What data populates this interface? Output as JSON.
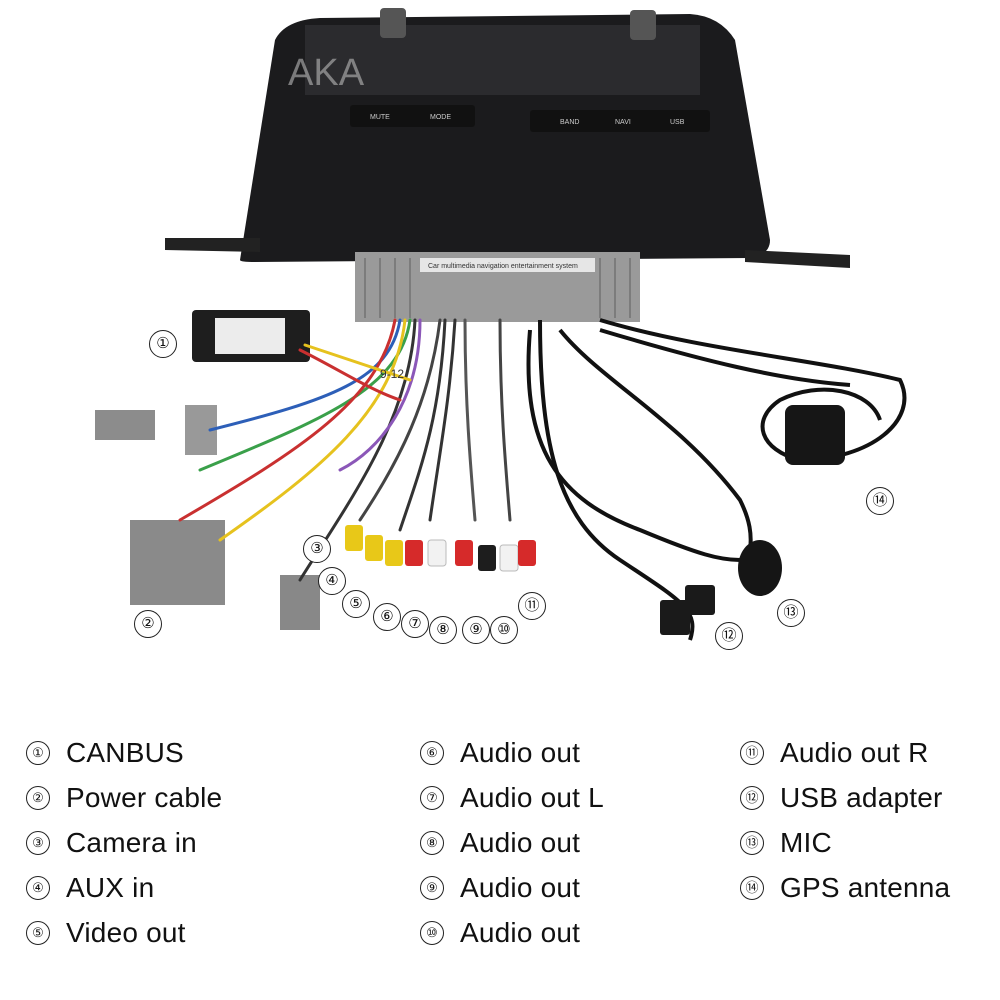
{
  "device": {
    "buttons": [
      "MUTE",
      "MODE",
      "BAND",
      "NAVI",
      "USB"
    ],
    "unit_label": "Car multimedia navigation entertainment system",
    "harness_tag": "9-12",
    "watermark": "AKA"
  },
  "callouts": [
    "①",
    "②",
    "③",
    "④",
    "⑤",
    "⑥",
    "⑦",
    "⑧",
    "⑨",
    "⑩",
    "⑪",
    "⑫",
    "⑬",
    "⑭"
  ],
  "legend": [
    {
      "num": "①",
      "label": "CANBUS"
    },
    {
      "num": "②",
      "label": "Power cable"
    },
    {
      "num": "③",
      "label": "Camera in"
    },
    {
      "num": "④",
      "label": "AUX in"
    },
    {
      "num": "⑤",
      "label": "Video out"
    },
    {
      "num": "⑥",
      "label": "Audio out"
    },
    {
      "num": "⑦",
      "label": "Audio out L"
    },
    {
      "num": "⑧",
      "label": "Audio out"
    },
    {
      "num": "⑨",
      "label": "Audio out"
    },
    {
      "num": "⑩",
      "label": "Audio out"
    },
    {
      "num": "⑪",
      "label": "Audio out R"
    },
    {
      "num": "⑫",
      "label": "USB adapter"
    },
    {
      "num": "⑬",
      "label": "MIC"
    },
    {
      "num": "⑭",
      "label": "GPS antenna"
    }
  ]
}
